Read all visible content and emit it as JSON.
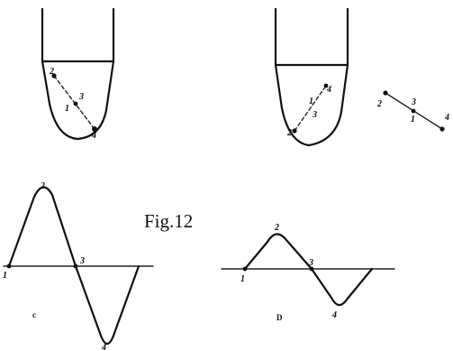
{
  "caption": "Fig.12",
  "panel_a": {
    "labels": [
      "2",
      "1",
      "3",
      "4"
    ]
  },
  "panel_b": {
    "vessel_labels": [
      "4",
      "1",
      "3",
      "2"
    ],
    "rod_labels": [
      "2",
      "3",
      "1",
      "4"
    ]
  },
  "panel_c": {
    "letter": "c",
    "labels": [
      "1",
      "2",
      "3",
      "4"
    ]
  },
  "panel_d": {
    "letter": "D",
    "labels": [
      "1",
      "2",
      "3",
      "4"
    ]
  }
}
